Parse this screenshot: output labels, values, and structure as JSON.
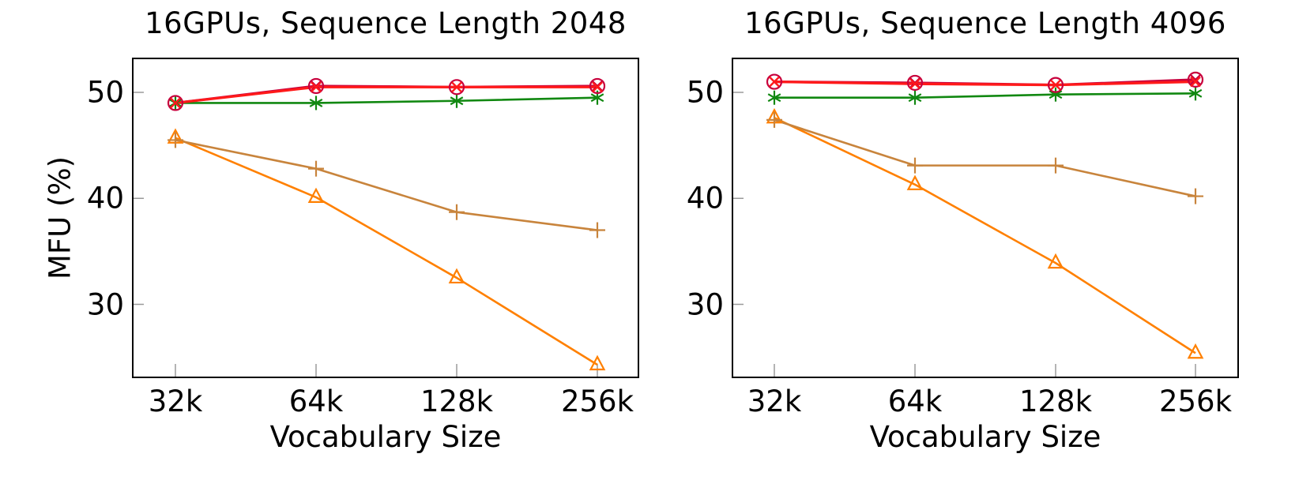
{
  "figure": {
    "ylabel": "MFU (%)",
    "xlabel": "Vocabulary Size"
  },
  "chart_data": [
    {
      "type": "line",
      "title": "16GPUs, Sequence Length 2048",
      "xlabel": "Vocabulary Size",
      "ylabel": "MFU (%)",
      "categories": [
        "32k",
        "64k",
        "128k",
        "256k"
      ],
      "yticks": [
        30,
        40,
        50
      ],
      "ylim": [
        23.2,
        53.1
      ],
      "grid": false,
      "series": [
        {
          "name": "red-circle-x",
          "marker": "circle-x",
          "color": "#c8003c",
          "values": [
            49.0,
            50.6,
            50.5,
            50.6
          ]
        },
        {
          "name": "red-x",
          "marker": "x",
          "color": "#ff1a1a",
          "values": [
            49.0,
            50.5,
            50.5,
            50.5
          ]
        },
        {
          "name": "green-star",
          "marker": "asterisk",
          "color": "#118811",
          "values": [
            49.0,
            49.0,
            49.2,
            49.5
          ]
        },
        {
          "name": "brown-plus",
          "marker": "plus",
          "color": "#c8843c",
          "values": [
            45.5,
            42.8,
            38.7,
            37.0
          ]
        },
        {
          "name": "orange-triangle",
          "marker": "triangle",
          "color": "#ff8000",
          "values": [
            45.7,
            40.1,
            32.5,
            24.3
          ]
        }
      ]
    },
    {
      "type": "line",
      "title": "16GPUs, Sequence Length 4096",
      "xlabel": "Vocabulary Size",
      "ylabel": "",
      "categories": [
        "32k",
        "64k",
        "128k",
        "256k"
      ],
      "yticks": [
        30,
        40,
        50
      ],
      "ylim": [
        23.2,
        53.1
      ],
      "grid": false,
      "series": [
        {
          "name": "red-circle-x",
          "marker": "circle-x",
          "color": "#c8003c",
          "values": [
            51.0,
            50.9,
            50.7,
            51.2
          ]
        },
        {
          "name": "red-x",
          "marker": "x",
          "color": "#ff1a1a",
          "values": [
            51.0,
            50.8,
            50.7,
            51.0
          ]
        },
        {
          "name": "green-star",
          "marker": "asterisk",
          "color": "#118811",
          "values": [
            49.5,
            49.5,
            49.8,
            49.9
          ]
        },
        {
          "name": "brown-plus",
          "marker": "plus",
          "color": "#c8843c",
          "values": [
            47.4,
            43.1,
            43.1,
            40.2
          ]
        },
        {
          "name": "orange-triangle",
          "marker": "triangle",
          "color": "#ff8000",
          "values": [
            47.6,
            41.3,
            33.9,
            25.4
          ]
        }
      ]
    }
  ]
}
